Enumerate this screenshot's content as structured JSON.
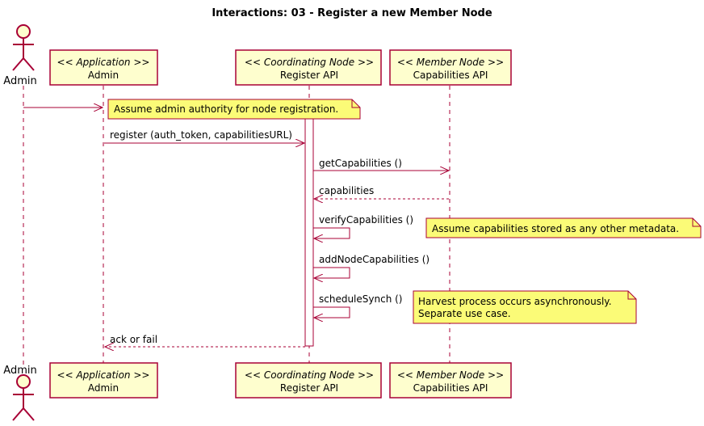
{
  "diagram": {
    "title": "Interactions: 03 - Register a new Member Node",
    "actor": {
      "name": "Admin"
    },
    "participants": [
      {
        "stereotype": "<< Application >>",
        "name": "Admin"
      },
      {
        "stereotype": "<< Coordinating Node >>",
        "name": "Register API"
      },
      {
        "stereotype": "<< Member Node >>",
        "name": "Capabilities API"
      }
    ],
    "messages": [
      {
        "label": "register (auth_token, capabilitiesURL)"
      },
      {
        "label": "getCapabilities ()"
      },
      {
        "label": "capabilities"
      },
      {
        "label": "verifyCapabilities ()"
      },
      {
        "label": "addNodeCapabilities ()"
      },
      {
        "label": "scheduleSynch ()"
      },
      {
        "label": "ack or fail"
      }
    ],
    "notes": [
      {
        "lines": [
          "Assume admin authority for node registration."
        ]
      },
      {
        "lines": [
          "Assume capabilities stored as any other metadata."
        ]
      },
      {
        "lines": [
          "Harvest process occurs asynchronously.",
          "Separate use case."
        ]
      }
    ],
    "colors": {
      "line": "#A80036",
      "participant_fill": "#FEFECE",
      "note_fill": "#FBFB77",
      "note_border": "#A80036"
    }
  }
}
